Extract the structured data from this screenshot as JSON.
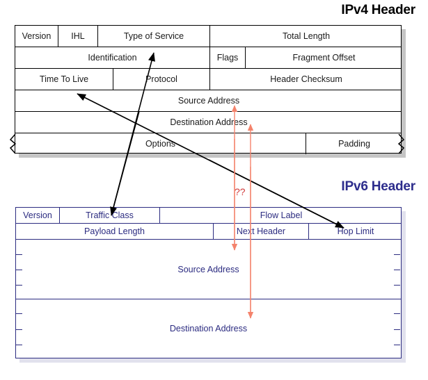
{
  "diagram": {
    "ipv4": {
      "title": "IPv4 Header",
      "rows": [
        {
          "cells": [
            {
              "label": "Version"
            },
            {
              "label": "IHL"
            },
            {
              "label": "Type of Service"
            },
            {
              "label": "Total Length"
            }
          ]
        },
        {
          "cells": [
            {
              "label": "Identification"
            },
            {
              "label": "Flags"
            },
            {
              "label": "Fragment Offset"
            }
          ]
        },
        {
          "cells": [
            {
              "label": "Time To Live"
            },
            {
              "label": "Protocol"
            },
            {
              "label": "Header Checksum"
            }
          ]
        },
        {
          "cells": [
            {
              "label": "Source Address"
            }
          ]
        },
        {
          "cells": [
            {
              "label": "Destination Address"
            }
          ]
        },
        {
          "cells": [
            {
              "label": "Options"
            },
            {
              "label": "Padding"
            }
          ]
        }
      ]
    },
    "ipv6": {
      "title": "IPv6 Header",
      "rows": [
        {
          "cells": [
            {
              "label": "Version"
            },
            {
              "label": "Traffic Class"
            },
            {
              "label": "Flow Label"
            }
          ]
        },
        {
          "cells": [
            {
              "label": "Payload Length"
            },
            {
              "label": "Next Header"
            },
            {
              "label": "Hop Limit"
            }
          ]
        }
      ],
      "blocks": [
        {
          "label": "Source Address"
        },
        {
          "label": "Destination Address"
        }
      ]
    },
    "annotations": {
      "question_marks": "??",
      "mapping_arrows": [
        {
          "name": "hop-limit-to-time-to-live",
          "color": "#000000"
        },
        {
          "name": "traffic-class-to-type-of-service",
          "color": "#000000"
        },
        {
          "name": "ipv4-source-address-to-ipv6-source-address",
          "color": "#f4836c"
        },
        {
          "name": "ipv4-destination-address-to-ipv6-destination-address",
          "color": "#f4836c"
        }
      ]
    },
    "colors": {
      "ipv4_ink": "#000000",
      "ipv6_ink": "#2b2b80",
      "arrow_red": "#f4836c",
      "question_red": "#d23b3b"
    }
  }
}
